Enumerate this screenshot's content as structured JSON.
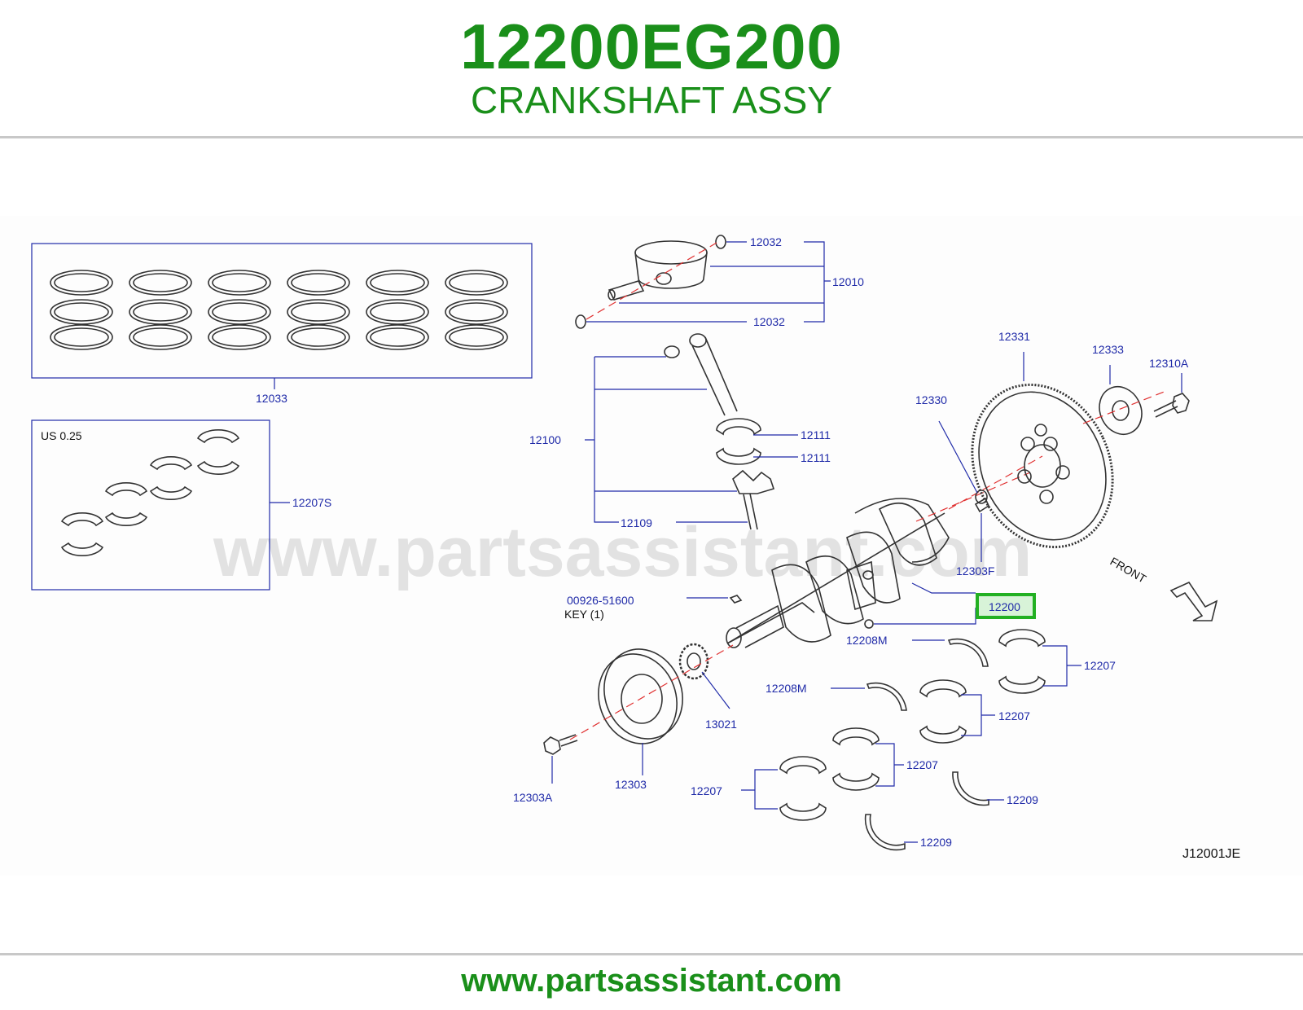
{
  "header": {
    "part_number": "12200EG200",
    "part_name": "CRANKSHAFT ASSY"
  },
  "diagram": {
    "watermark": "www.partsassistant.com",
    "drawing_code": "J12001JE",
    "front_label": "FRONT",
    "undersize_label": "US   0.25",
    "key_label": "KEY   (1)",
    "highlighted_callout": "12200",
    "highlight_color": "#22b022",
    "callouts": {
      "c12032_top": "12032",
      "c12010": "12010",
      "c12032_bottom": "12032",
      "c12033": "12033",
      "c12207S": "12207S",
      "c12331": "12331",
      "c12333": "12333",
      "c12310A": "12310A",
      "c12330": "12330",
      "c12111_a": "12111",
      "c12111_b": "12111",
      "c12100": "12100",
      "c12109": "12109",
      "c12303F": "12303F",
      "c12200": "12200",
      "c00926": "00926-51600",
      "c12208M_a": "12208M",
      "c12207_a": "12207",
      "c12208M_b": "12208M",
      "c12207_b": "12207",
      "c13021": "13021",
      "c12207_c": "12207",
      "c12207_d": "12207",
      "c12303": "12303",
      "c12303A": "12303A",
      "c12209_a": "12209",
      "c12209_b": "12209"
    }
  },
  "footer": {
    "url": "www.partsassistant.com"
  }
}
